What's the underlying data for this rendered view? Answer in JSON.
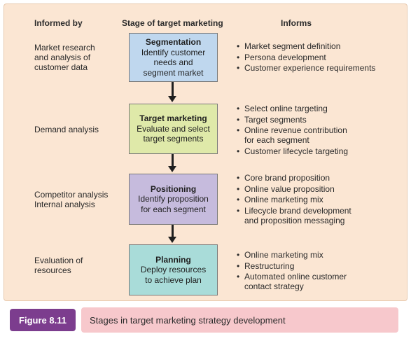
{
  "headers": {
    "informed_by": "Informed by",
    "stage": "Stage of target marketing",
    "informs": "Informs"
  },
  "stages": [
    {
      "informed_by": "Market research\nand analysis of\ncustomer data",
      "title": "Segmentation",
      "body": "Identify customer\nneeds and\nsegment market",
      "color": "#bfd7ee",
      "informs": [
        "Market segment definition",
        "Persona development",
        "Customer experience requirements"
      ]
    },
    {
      "informed_by": "Demand analysis",
      "title": "Target marketing",
      "body": "Evaluate and select\ntarget segments",
      "color": "#dfe9a9",
      "informs": [
        "Select online targeting",
        "Target segments",
        "Online revenue contribution\nfor each segment",
        "Customer lifecycle targeting"
      ]
    },
    {
      "informed_by": "Competitor analysis\nInternal analysis",
      "title": "Positioning",
      "body": "Identify proposition\nfor each segment",
      "color": "#c6bbdd",
      "informs": [
        "Core brand proposition",
        "Online value proposition",
        "Online marketing mix",
        "Lifecycle brand development\nand proposition messaging"
      ]
    },
    {
      "informed_by": "Evaluation of\nresources",
      "title": "Planning",
      "body": "Deploy resources\nto achieve plan",
      "color": "#a9dcd9",
      "informs": [
        "Online marketing mix",
        "Restructuring",
        "Automated online customer\ncontact strategy"
      ]
    }
  ],
  "figure": {
    "label": "Figure 8.11",
    "caption": "Stages in target marketing strategy development"
  },
  "colors": {
    "panel": "#fbe6d3",
    "figure_label_bg": "#7c3d8e",
    "caption_bg": "#f7c8cc"
  }
}
